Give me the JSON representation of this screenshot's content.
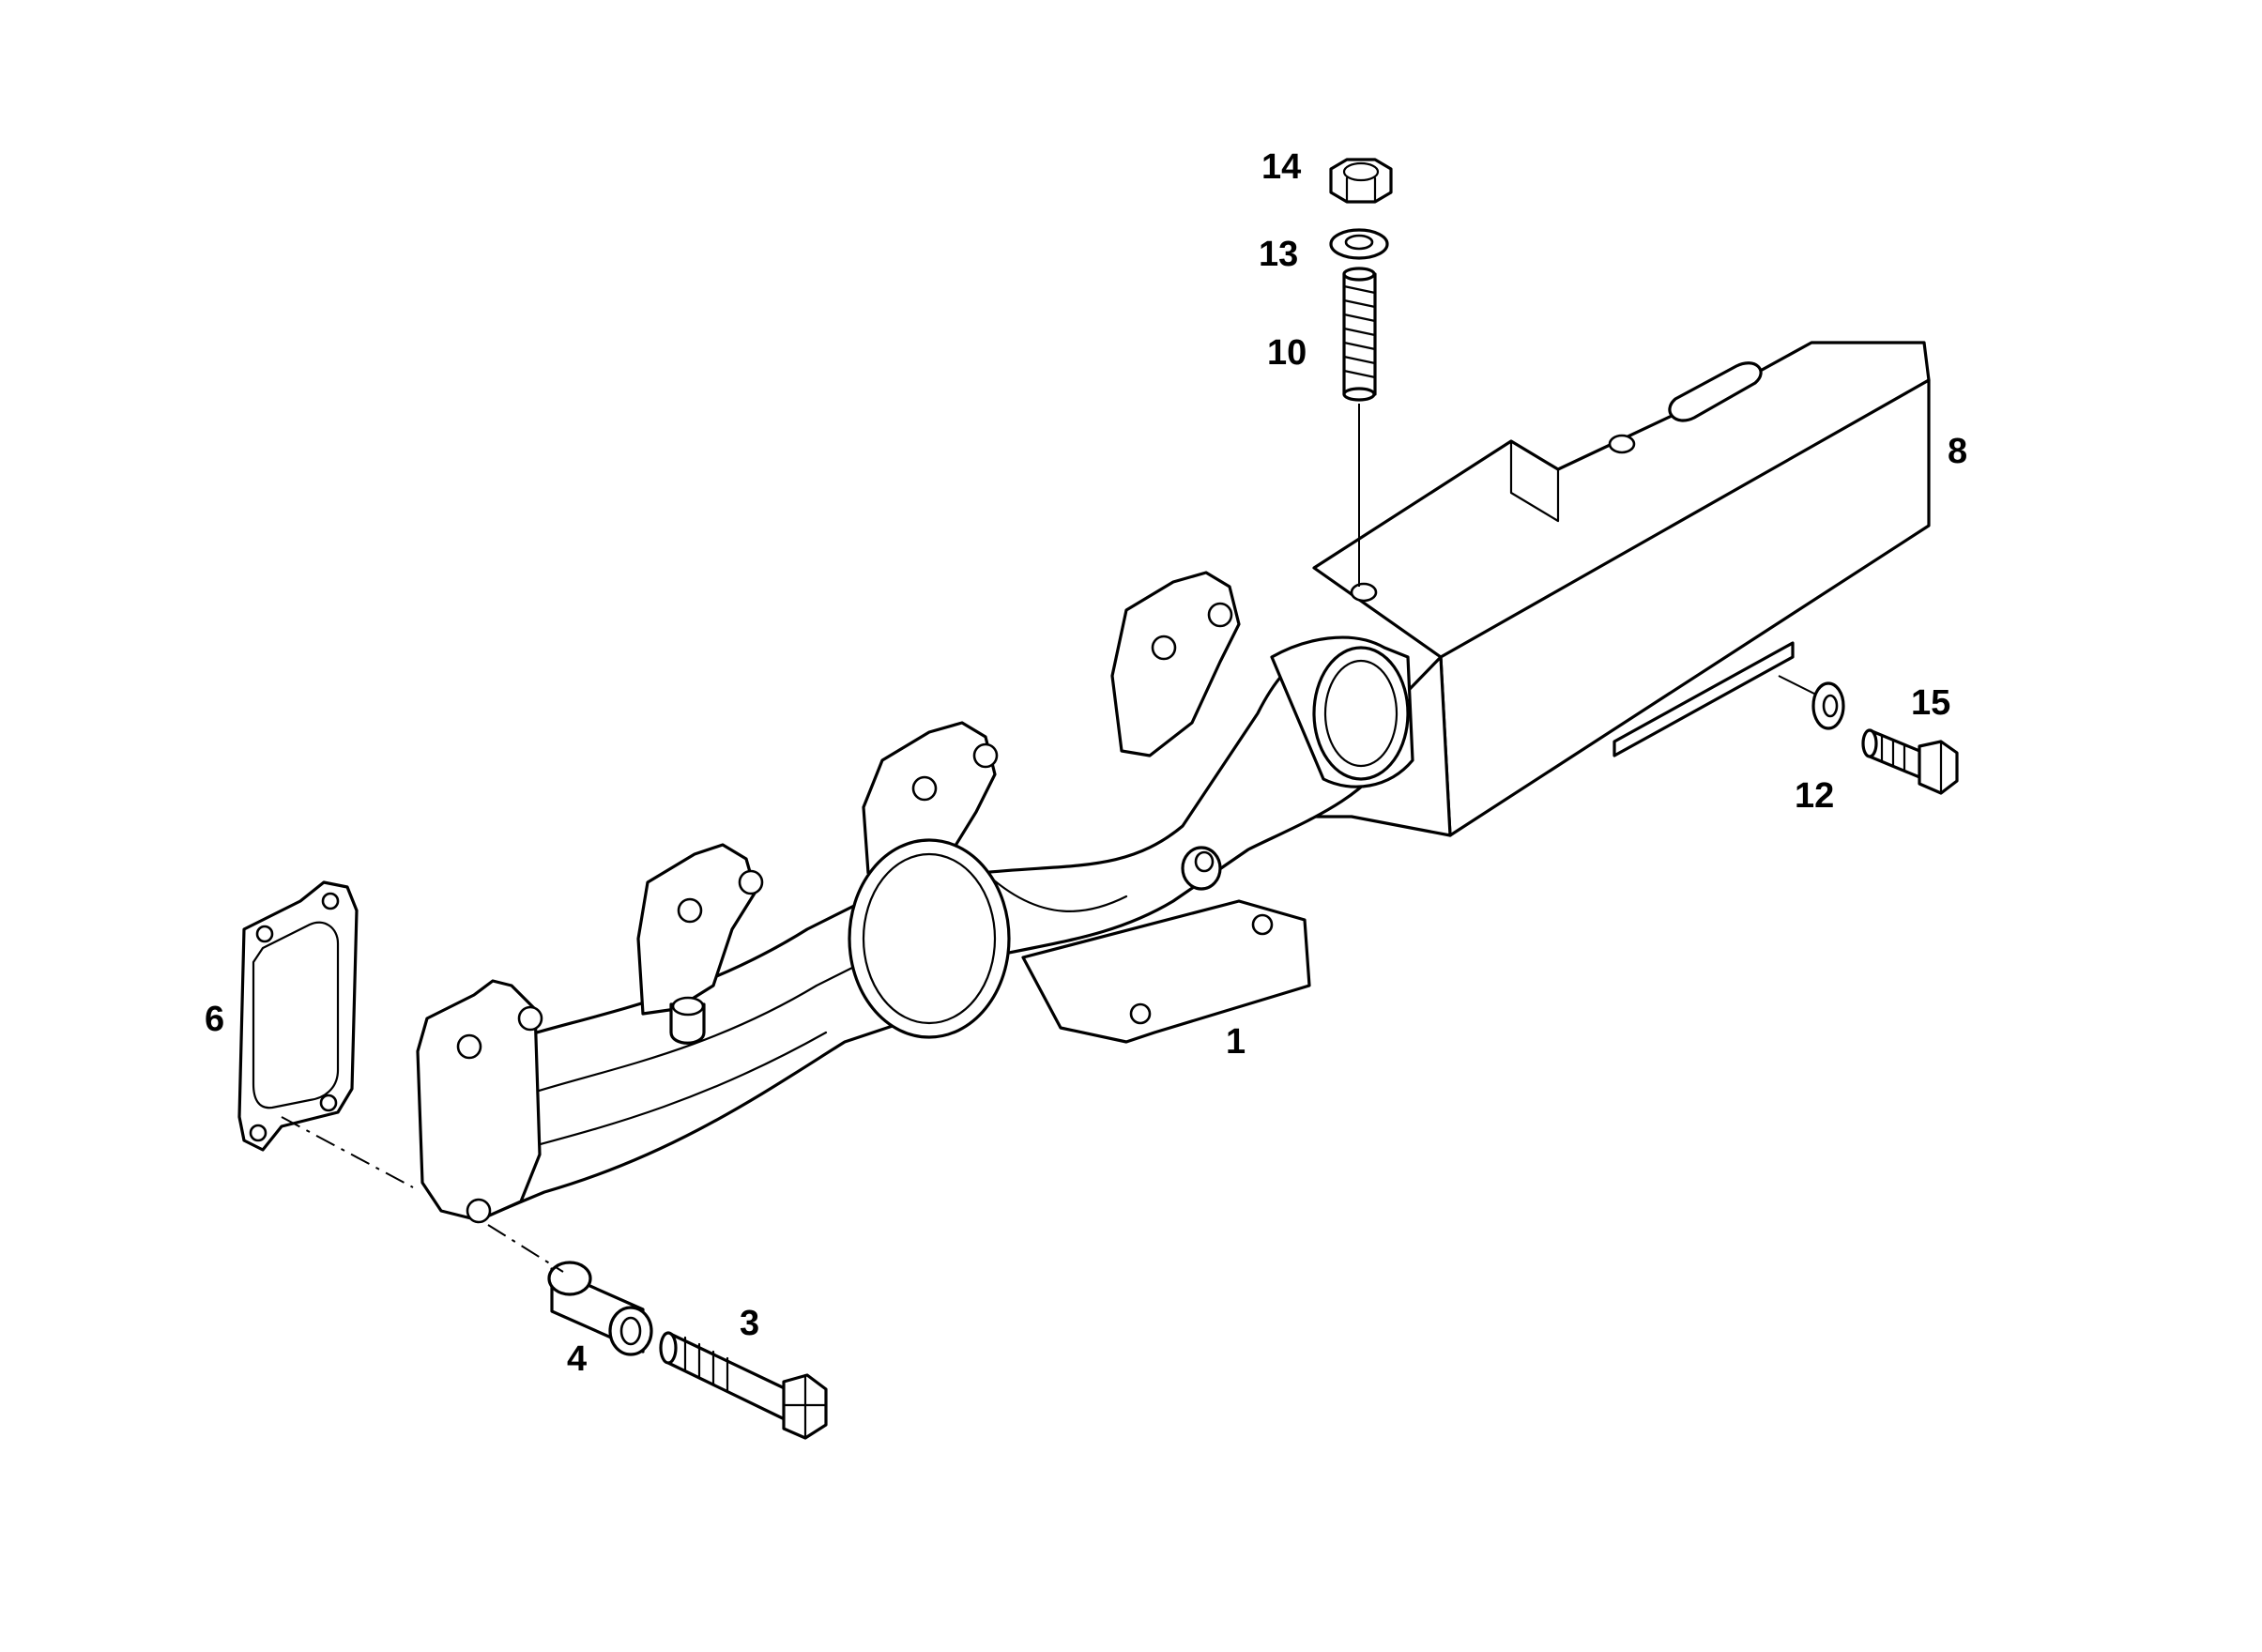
{
  "diagram": {
    "callouts": [
      {
        "id": "14",
        "label": "14"
      },
      {
        "id": "13",
        "label": "13"
      },
      {
        "id": "10",
        "label": "10"
      },
      {
        "id": "8",
        "label": "8"
      },
      {
        "id": "15",
        "label": "15"
      },
      {
        "id": "12",
        "label": "12"
      },
      {
        "id": "6",
        "label": "6"
      },
      {
        "id": "1",
        "label": "1"
      },
      {
        "id": "3",
        "label": "3"
      },
      {
        "id": "4",
        "label": "4"
      }
    ]
  },
  "colors": {
    "line": "#000000",
    "background": "#ffffff"
  }
}
